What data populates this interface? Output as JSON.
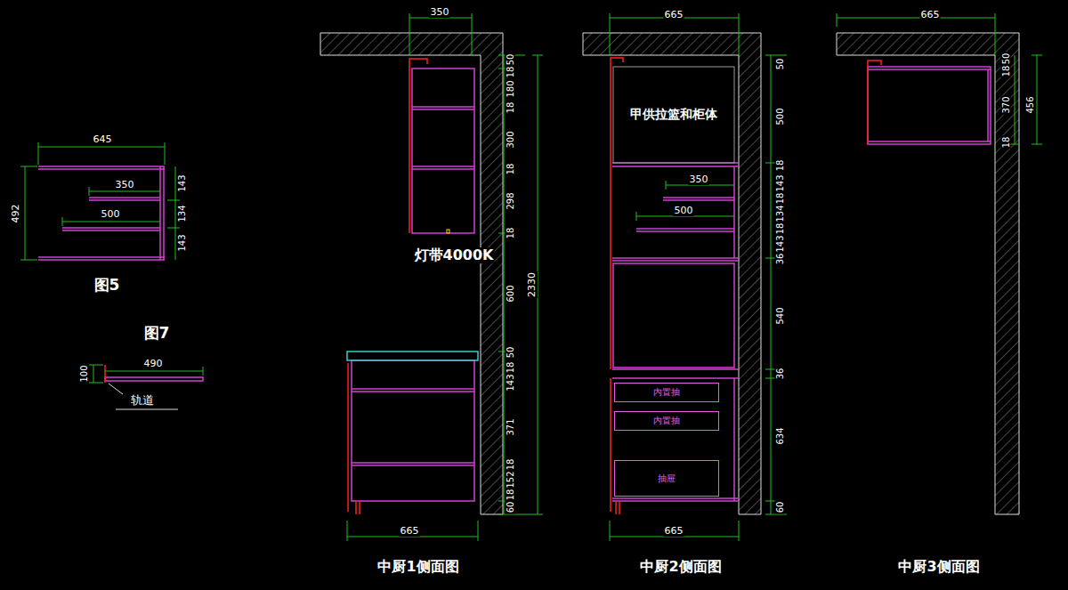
{
  "diagram": {
    "nodes": [
      {
        "text": [
          "甲供拉篮和柜体"
        ]
      },
      {
        "text": [
          "内置抽"
        ]
      },
      {
        "text": [
          "内置抽"
        ]
      },
      {
        "text": [
          "抽屉"
        ]
      }
    ],
    "labels": [
      "645",
      "492",
      "350",
      "143",
      "500",
      "134",
      "143",
      "图5",
      "图7",
      "100",
      "490",
      "轨道",
      "350",
      "50",
      "18",
      "180",
      "18",
      "300",
      "18",
      "298",
      "18",
      "600",
      "50",
      "18",
      "143",
      "371",
      "18",
      "152",
      "18",
      "60",
      "2330",
      "灯带4000K",
      "665",
      "中厨1侧面图",
      "665",
      "50",
      "500",
      "18",
      "143",
      "18",
      "134",
      "18",
      "143",
      "36",
      "540",
      "36",
      "634",
      "60",
      "350",
      "500",
      "665",
      "中厨2侧面图",
      "665",
      "50",
      "18",
      "370",
      "18",
      "456",
      "中厨3侧面图"
    ]
  }
}
